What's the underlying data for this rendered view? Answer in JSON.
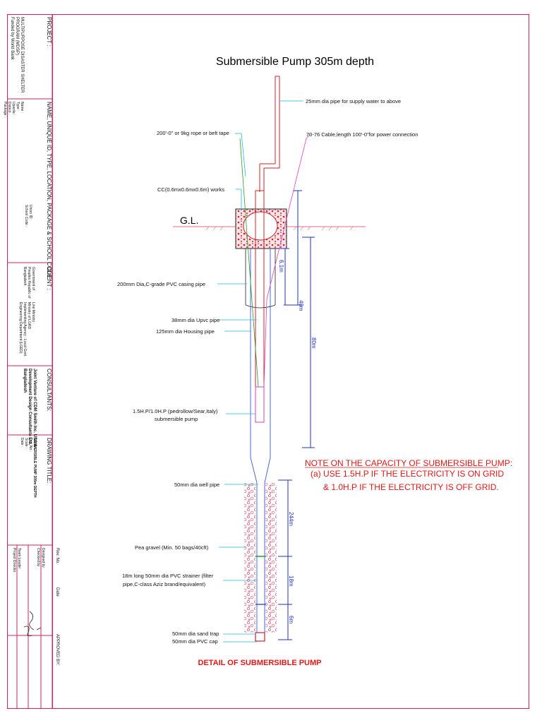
{
  "title": "Submersible Pump 305m depth",
  "ground_level": "G.L.",
  "callouts": {
    "supply_pipe": "25mm dia pipe for supply water to above",
    "rope": "200'-0\" or 9kg rope or belt tape",
    "cable": "70-76 Cable,length 100'-0\"for power connection",
    "cc_works": "CC(0.6mx0.6mx0.6m) works",
    "casing": "200mm Dia,C-grade PVC casing pipe",
    "upvc_pipe": "38mm dia Upvc pipe",
    "housing": "125mm dia Housing pipe",
    "pump_line1": "1.5H.P/1.0H.P (pedrollow/Sear,Italy)",
    "pump_line2": "submersible pump",
    "well_pipe": "50mm dia well pipe",
    "gravel": "Pea gravel (Min. 50 bags/40cft)",
    "strainer_line1": "18m long 50mm dia PVC strainer (filter",
    "strainer_line2": "pipe,C-class Aziz brand/equivalent)",
    "sand_trap": "50mm dia sand trap",
    "cap": "50mm dia PVC cap"
  },
  "dimensions": [
    "6.1m",
    "40m",
    "80m",
    "244m",
    "18m",
    "6m"
  ],
  "note": {
    "heading": "NOTE ON THE CAPACITY OF SUBMERSIBLE PUMP:",
    "line1": "(a) USE 1.5H.P IF THE ELECTRICITY IS ON GRID",
    "line2": "& 1.0H.P IF THE ELECTRICITY IS OFF GRID."
  },
  "detail_title": "DETAIL OF SUBMERSIBLE PUMP",
  "title_block": {
    "project_label": "PROJECT :",
    "project_lines": [
      "MULTIPURPOSE DISASTER SHELTER",
      "PROGRAM (MDSP)",
      "Funded by World Bank"
    ],
    "name_label": "NAME, UNIQUE ID, TYPE, LOCATION, PACKAGE & SCHOOL CODE:",
    "name_lines": [
      "Name :",
      "Type :",
      "Upazila :",
      "District :",
      "Package :"
    ],
    "name_values": [
      "Union ID :",
      "School Code :"
    ],
    "client_label": "CLIENT :",
    "client_lines": [
      "Government of",
      "Peoples Republic of",
      "Bangladesh"
    ],
    "client_right": [
      "Line Ministry :",
      "Ministry of LGRD",
      "Implementing Agency : Local Govt.",
      "Engineering Department (LGED)"
    ],
    "consultants_label": "CONSULTANTS:",
    "consultants_lines": [
      "Joint Venture of CDM Smith Inc. USA &",
      "Development Design Consultants Ltd.",
      "Bangladesh"
    ],
    "drawing_title_label": "DRAWING TITLE:",
    "drawing_lines": [
      "SUBMERSIBLE PUMP 305m DEPTH",
      "Drg. No.: ",
      "Scale : ",
      "Date :"
    ],
    "rev_label": "Rev. No.",
    "date_label": "Date",
    "approved_label": "APPROVED BY:",
    "signatories": [
      "Designed by",
      "Checked by",
      "Team Leader",
      "Project Director"
    ]
  }
}
